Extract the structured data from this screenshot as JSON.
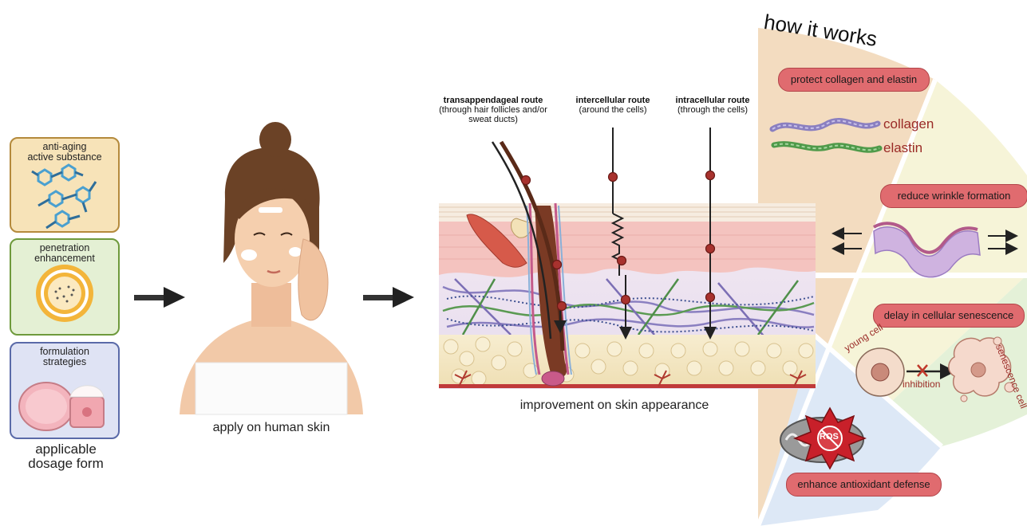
{
  "left_panel": {
    "boxes": [
      {
        "title": "anti-aging\nactive substance",
        "border": "#b48a3c",
        "fill": "#f7e3b8"
      },
      {
        "title": "penetration\nenhancement",
        "border": "#6e9a3c",
        "fill": "#e4f0d4"
      },
      {
        "title": "formulation\nstrategies",
        "border": "#5a6aa8",
        "fill": "#dfe3f4"
      }
    ],
    "caption": "applicable\ndosage form"
  },
  "middle": {
    "caption": "apply on human skin"
  },
  "skin": {
    "caption": "improvement on skin appearance",
    "routes": [
      {
        "title": "transappendageal route",
        "subtitle": "(through hair follicles and/or\nsweat ducts)"
      },
      {
        "title": "intercellular route",
        "subtitle": "(around the cells)"
      },
      {
        "title": "intracellular route",
        "subtitle": "(through the cells)"
      }
    ]
  },
  "how_it_works": {
    "title": "how it works",
    "mechanisms": [
      {
        "label": "protect collagen and elastin",
        "color": "#f3dcc0"
      },
      {
        "label": "reduce wrinkle formation",
        "color": "#f6f4d8"
      },
      {
        "label": "delay in cellular senescence",
        "color": "#e4f1d8"
      },
      {
        "label": "enhance antioxidant defense",
        "color": "#dde8f6"
      }
    ],
    "collagen_label": "collagen",
    "elastin_label": "elastin",
    "young_cell_label": "young cell",
    "inhibition_label": "inhibition",
    "senescence_label": "senescence cell",
    "ros_label": "ROS"
  },
  "colors": {
    "pill_fill": "#e06b6f",
    "route_dot": "#a8322e",
    "arrow": "#222222"
  }
}
